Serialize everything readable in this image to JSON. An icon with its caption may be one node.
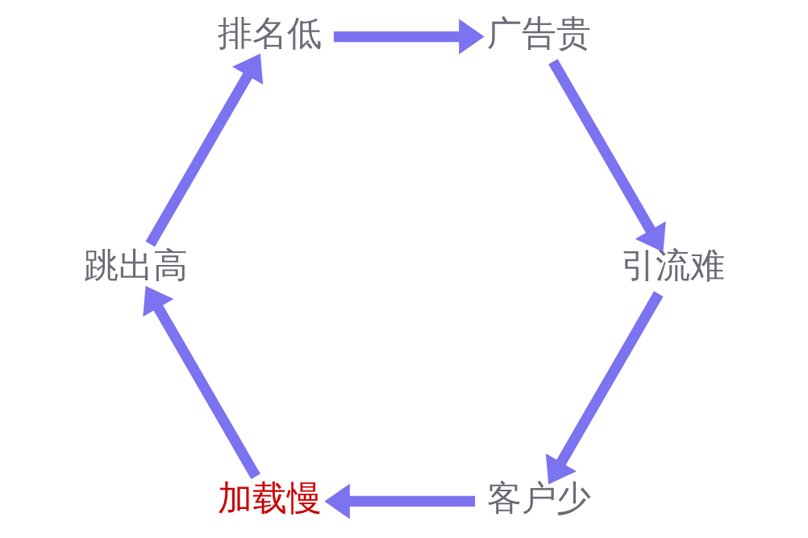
{
  "diagram": {
    "nodes": [
      {
        "text": [
          "客户少"
        ]
      },
      {
        "text": [
          "加载慢"
        ]
      },
      {
        "text": [
          "跳出高"
        ]
      },
      {
        "text": [
          "排名低"
        ]
      },
      {
        "text": [
          "广告贵"
        ]
      },
      {
        "text": [
          "引流难"
        ]
      }
    ],
    "edges": [
      {
        "from": 0,
        "to": 1,
        "arrow": "to"
      },
      {
        "from": 1,
        "to": 2,
        "arrow": "to"
      },
      {
        "from": 2,
        "to": 3,
        "arrow": "to"
      },
      {
        "from": 3,
        "to": 4,
        "arrow": "to"
      },
      {
        "from": 4,
        "to": 5,
        "arrow": "to"
      },
      {
        "from": 5,
        "to": 0,
        "arrow": "to"
      }
    ]
  }
}
